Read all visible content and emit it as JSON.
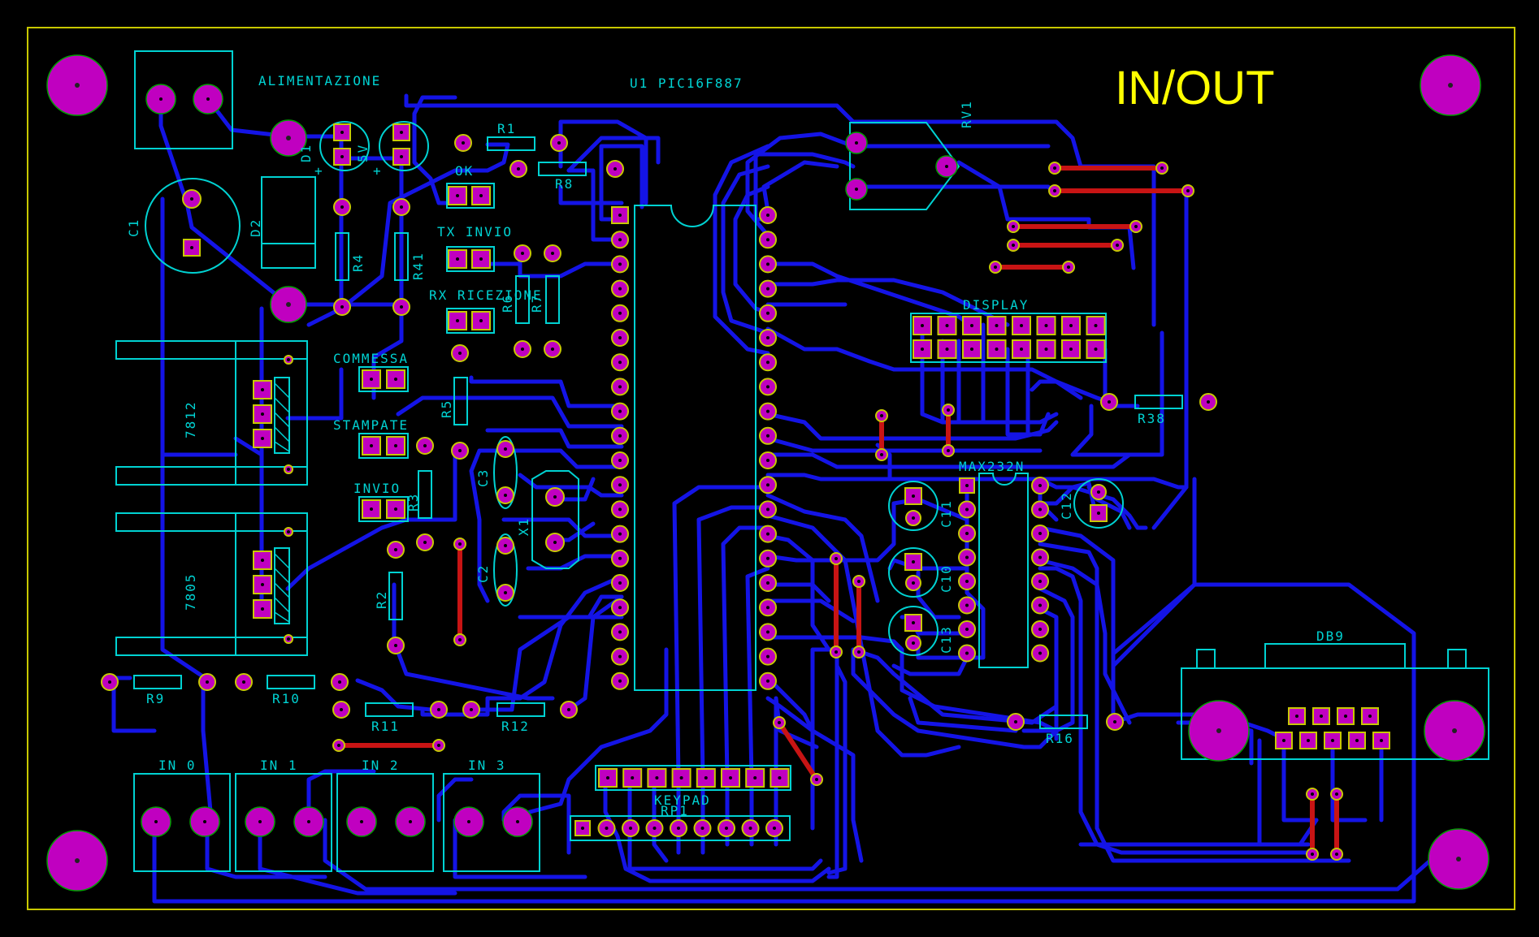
{
  "colors": {
    "background": "#000000",
    "outline": "#c8c800",
    "trace": "#1414e6",
    "jumper": "#c81414",
    "pad": "#c000c0",
    "silk": "#00d2d2",
    "drill": "#00a000",
    "title": "#ffff00"
  },
  "title": "IN/OUT",
  "labels": {
    "power": "ALIMENTAZIONE",
    "mcu": "U1 PIC16F887",
    "ok": "OK",
    "tx": "TX INVIO",
    "rx": "RX RICEZIONE",
    "commessa": "COMMESSA",
    "stampate": "STAMPATE",
    "invio": "INVIO",
    "display": "DISPLAY",
    "max232": "MAX232N",
    "db9": "DB9",
    "keypad": "KEYPAD",
    "rp1": "RP1",
    "in0": "IN 0",
    "in1": "IN 1",
    "in2": "IN 2",
    "in3": "IN 3",
    "reg1": "7812",
    "reg2": "7805",
    "rv1": "RV1",
    "c1": "C1",
    "c2": "C2",
    "c3": "C3",
    "c10": "C10",
    "c11": "C11",
    "c12": "C12",
    "c13": "C13",
    "d1": "D1",
    "d2": "D2",
    "d5v": "5V",
    "x1": "X1",
    "r1": "R1",
    "r2": "R2",
    "r3": "R3",
    "r4": "R4",
    "r5": "R5",
    "r6": "R6",
    "r7": "R7",
    "r8": "R8",
    "r9": "R9",
    "r10": "R10",
    "r11": "R11",
    "r12": "R12",
    "r16": "R16",
    "r38": "R38",
    "r41": "R41",
    "plus1": "+",
    "plus2": "+"
  }
}
